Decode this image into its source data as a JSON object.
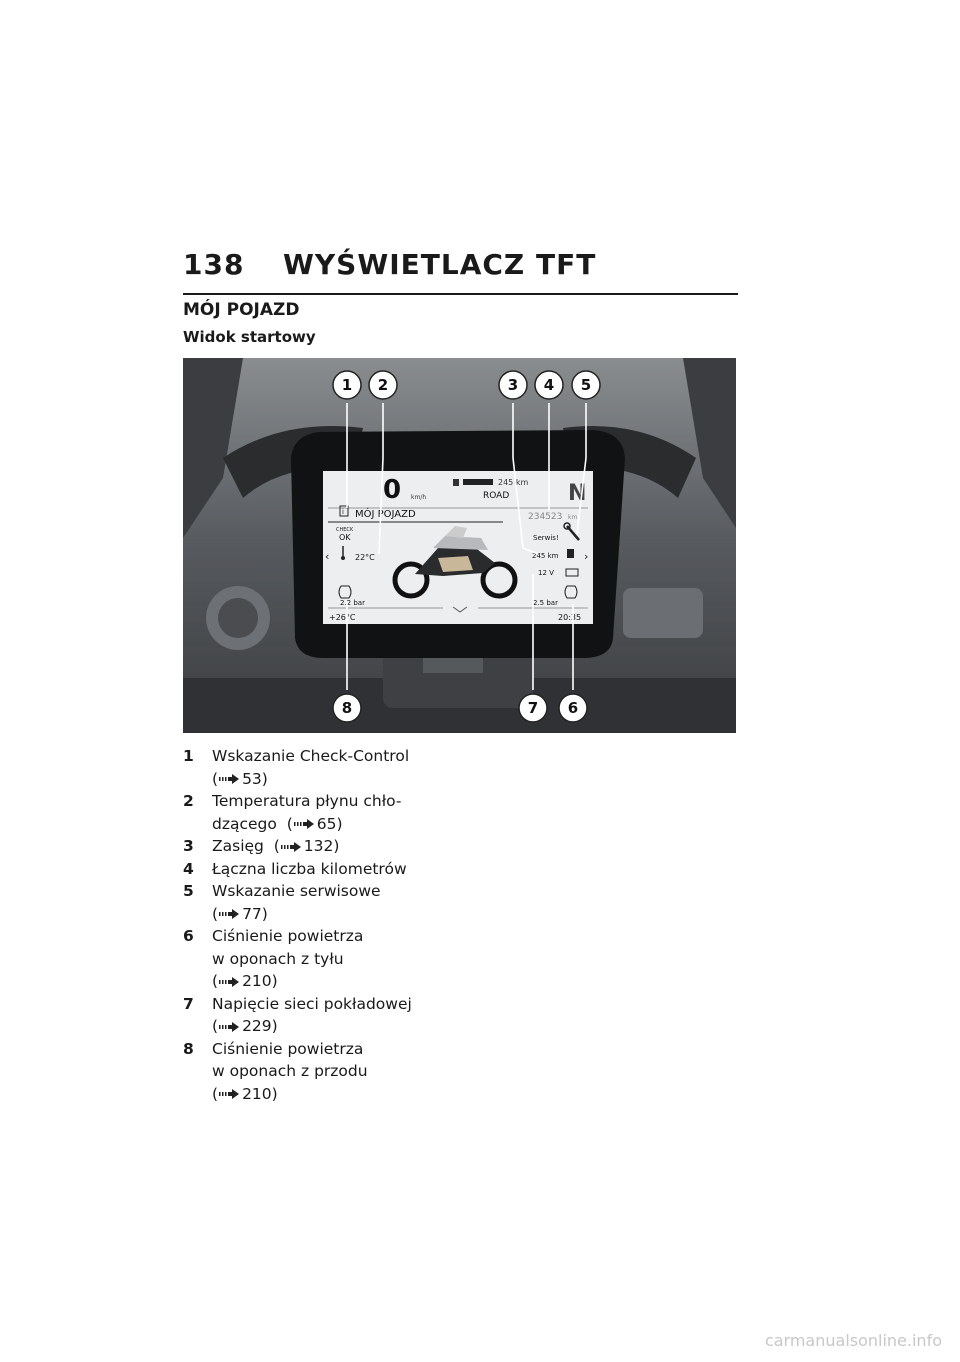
{
  "header": {
    "page_number": "138",
    "chapter_title": "WYŚWIETLACZ TFT"
  },
  "section_title": "MÓJ POJAZD",
  "subsection_title": "Widok startowy",
  "display": {
    "speed": "0",
    "speed_unit": "km/h",
    "range_top": "245 km",
    "mode": "ROAD",
    "gear": "N",
    "screen_title": "MÓJ POJAZD",
    "odometer": "234523",
    "odometer_unit": "km",
    "check_label": "CHECK",
    "check_value": "OK",
    "coolant_temp": "22°C",
    "service": "Serwis!",
    "range": "245 km",
    "voltage": "12 V",
    "front_pressure": "2.2 bar",
    "rear_pressure": "2.5 bar",
    "outside_temp": "+26°C",
    "clock": "20:35",
    "nav_left": "‹",
    "nav_right": "›"
  },
  "callout_numbers": [
    "1",
    "2",
    "3",
    "4",
    "5",
    "6",
    "7",
    "8"
  ],
  "legend": [
    {
      "num": "1",
      "lines": [
        "Wskazanie Check-Control"
      ],
      "ref": "53"
    },
    {
      "num": "2",
      "lines": [
        "Temperatura płynu chło-"
      ],
      "tail": "dzącego",
      "ref": "65"
    },
    {
      "num": "3",
      "lines": [],
      "tail": "Zasięg",
      "ref": "132"
    },
    {
      "num": "4",
      "lines": [
        "Łączna liczba kilometrów"
      ]
    },
    {
      "num": "5",
      "lines": [
        "Wskazanie serwisowe"
      ],
      "ref": "77"
    },
    {
      "num": "6",
      "lines": [
        "Ciśnienie powietrza",
        "w oponach z tyłu"
      ],
      "ref": "210"
    },
    {
      "num": "7",
      "lines": [
        "Napięcie sieci pokładowej"
      ],
      "ref": "229"
    },
    {
      "num": "8",
      "lines": [
        "Ciśnienie powietrza",
        "w oponach z przodu"
      ],
      "ref": "210"
    }
  ],
  "watermark": "carmanualsonline.info"
}
